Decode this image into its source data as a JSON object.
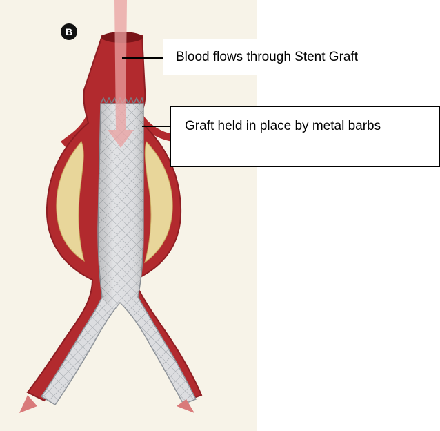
{
  "panel_letter": "B",
  "labels": {
    "blood_flow": "Blood flows through Stent Graft",
    "graft_held": "Graft held in place by metal barbs"
  },
  "colors": {
    "vessel_wall": "#b22a2e",
    "vessel_dark": "#8e1d22",
    "thrombus": "#e8d69a",
    "graft_fabric": "#d9dadb",
    "graft_mesh": "#9ea3a8",
    "flow_arrow": "#e9a0a0"
  }
}
